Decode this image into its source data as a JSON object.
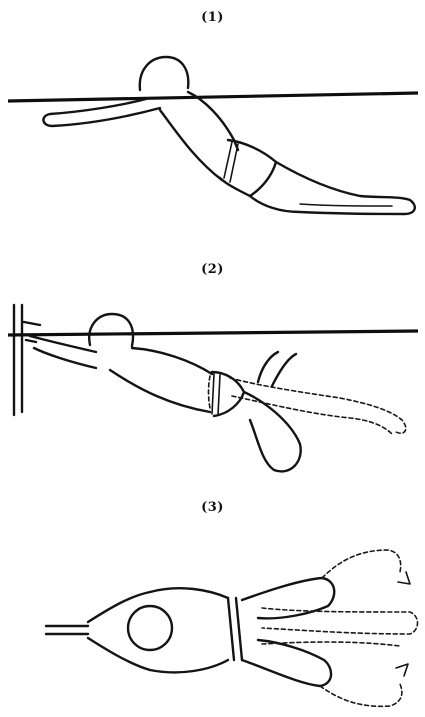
{
  "figure": {
    "labels": [
      "(1)",
      "(2)",
      "(3)"
    ]
  }
}
